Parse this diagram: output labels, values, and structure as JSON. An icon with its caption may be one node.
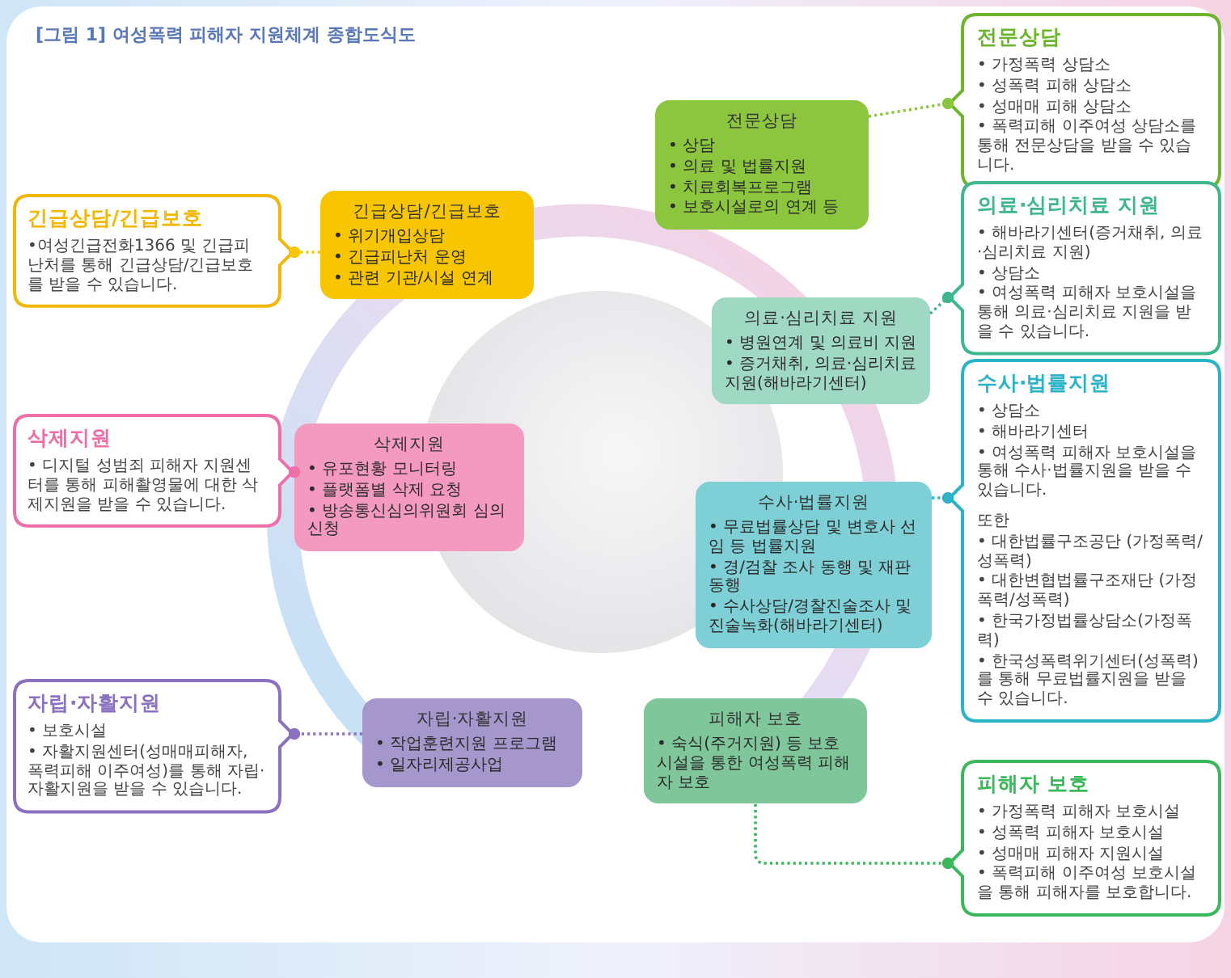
{
  "diagram": {
    "title": "[그림 1] 여성폭력 피해자 지원체계 종합도식도",
    "nodes": [
      {
        "text": [
          "전문상담",
          "• 상담",
          "• 의료 및 법률지원",
          "• 치료회복프로그램",
          "• 보호시설로의 연계 등"
        ]
      },
      {
        "text": [
          "전문상담",
          "• 가정폭력 상담소",
          "• 성폭력 피해 상담소",
          "• 성매매 피해 상담소",
          "• 폭력피해 이주여성 상담소를 통해 전문상담을 받을 수 있습니다."
        ]
      },
      {
        "text": [
          "긴급상담/긴급보호",
          "• 위기개입상담",
          "• 긴급피난처 운영",
          "• 관련 기관/시설 연계"
        ]
      },
      {
        "text": [
          "긴급상담/긴급보호",
          "•여성긴급전화1366 및 긴급피난처를 통해 긴급상담/긴급보호를 받을 수 있습니다."
        ]
      },
      {
        "text": [
          "의료·심리치료 지원",
          "• 병원연계 및 의료비 지원",
          "• 증거채취, 의료·심리치료 지원(해바라기센터)"
        ]
      },
      {
        "text": [
          "의료·심리치료 지원",
          "• 해바라기센터(증거채취, 의료·심리치료 지원)",
          "• 상담소",
          "• 여성폭력 피해자 보호시설을 통해 의료·심리치료 지원을 받을 수 있습니다."
        ]
      },
      {
        "text": [
          "삭제지원",
          "• 유포현황 모니터링",
          "• 플랫폼별 삭제 요청",
          "• 방송통신심의위원회 심의신청"
        ]
      },
      {
        "text": [
          "삭제지원",
          "• 디지털 성범죄 피해자 지원센터를 통해 피해촬영물에 대한 삭제지원을 받을 수 있습니다."
        ]
      },
      {
        "text": [
          "수사·법률지원",
          "• 무료법률상담 및 변호사 선임 등 법률지원",
          "• 경/검찰 조사 동행 및 재판동행",
          "• 수사상담/경찰진술조사 및 진술녹화(해바라기센터)"
        ]
      },
      {
        "text": [
          "수사·법률지원",
          "• 상담소",
          "• 해바라기센터",
          "• 여성폭력 피해자 보호시설을 통해 수사·법률지원을 받을 수 있습니다.",
          "또한",
          "• 대한법률구조공단 (가정폭력/성폭력)",
          "• 대한변협법률구조재단 (가정폭력/성폭력)",
          "• 한국가정법률상담소(가정폭력)",
          "• 한국성폭력위기센터(성폭력)를 통해 무료법률지원을 받을 수 있습니다."
        ]
      },
      {
        "text": [
          "자립·자활지원",
          "• 작업훈련지원 프로그램",
          "• 일자리제공사업"
        ]
      },
      {
        "text": [
          "자립·자활지원",
          "• 보호시설",
          "• 자활지원센터(성매매피해자, 폭력피해 이주여성)를 통해 자립·자활지원을 받을 수 있습니다."
        ]
      },
      {
        "text": [
          "피해자 보호",
          "• 숙식(주거지원) 등 보호시설을 통한 여성폭력 피해자 보호"
        ]
      },
      {
        "text": [
          "피해자 보호",
          "• 가정폭력 피해자 보호시설",
          "• 성폭력 피해자 보호시설",
          "• 성매매 피해자 지원시설",
          "• 폭력피해 이주여성 보호시설을 통해 피해자를 보호합니다."
        ]
      }
    ],
    "edges": [
      {
        "from": 0,
        "to": 1,
        "arrow": "other",
        "style": "dashed",
        "color": "#8cc63f"
      },
      {
        "from": 2,
        "to": 3,
        "arrow": "other",
        "style": "dashed",
        "color": "#f7c600"
      },
      {
        "from": 4,
        "to": 5,
        "arrow": "other",
        "style": "dashed",
        "color": "#3fb78d"
      },
      {
        "from": 6,
        "to": 7,
        "arrow": "other",
        "style": "dashed",
        "color": "#ee6fa8"
      },
      {
        "from": 8,
        "to": 9,
        "arrow": "other",
        "style": "dashed",
        "color": "#2bb3c8"
      },
      {
        "from": 10,
        "to": 11,
        "arrow": "other",
        "style": "dashed",
        "color": "#8b72c0"
      },
      {
        "from": 12,
        "to": 13,
        "arrow": "other",
        "style": "dashed",
        "color": "#3cb85c"
      }
    ]
  }
}
